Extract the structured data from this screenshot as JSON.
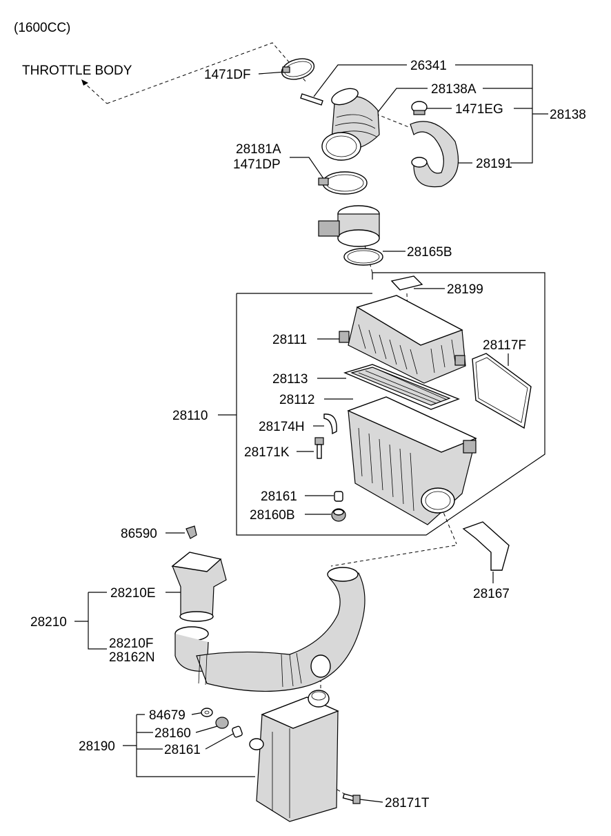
{
  "title": "(1600CC)",
  "labels": {
    "throttle_body": "THROTTLE BODY",
    "p1471DF": "1471DF",
    "p26341": "26341",
    "p28138A": "28138A",
    "p1471EG": "1471EG",
    "p28138": "28138",
    "p28181A": "28181A",
    "p1471DP": "1471DP",
    "p28191": "28191",
    "p28165B": "28165B",
    "p28199": "28199",
    "p28111": "28111",
    "p28117F": "28117F",
    "p28113": "28113",
    "p28112": "28112",
    "p28110": "28110",
    "p28174H": "28174H",
    "p28171K": "28171K",
    "p28161a": "28161",
    "p28160B": "28160B",
    "p86590": "86590",
    "p28167": "28167",
    "p28210E": "28210E",
    "p28210": "28210",
    "p28210F": "28210F",
    "p28162N": "28162N",
    "p84679": "84679",
    "p28160": "28160",
    "p28190": "28190",
    "p28161b": "28161",
    "p28171T": "28171T"
  }
}
